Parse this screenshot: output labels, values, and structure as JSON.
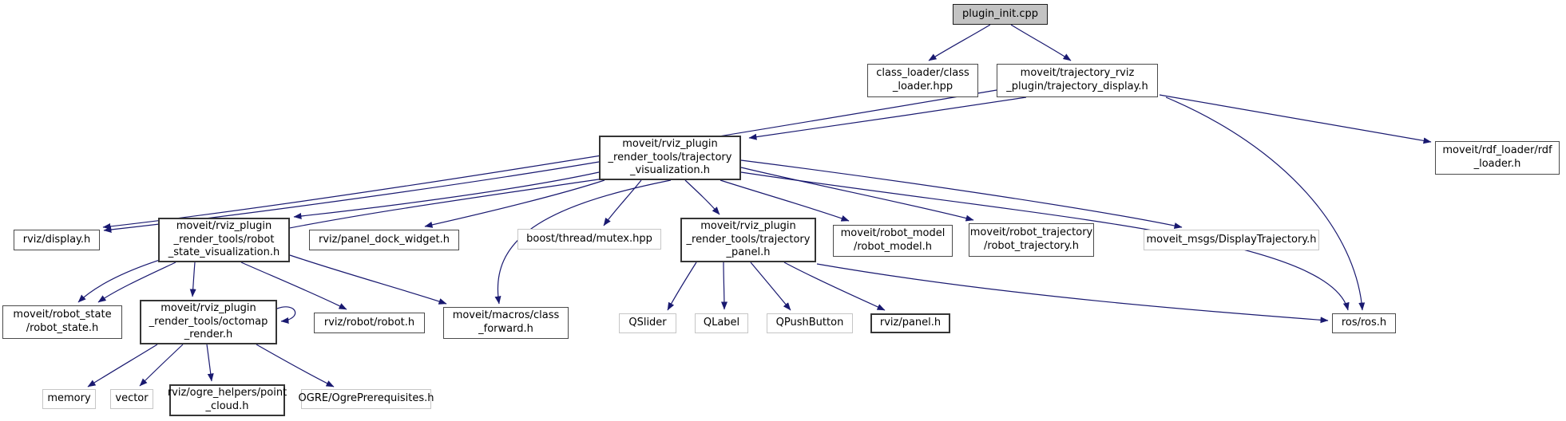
{
  "diagram": {
    "kind": "include-dependency-graph",
    "root_file": "plugin_init.cpp"
  },
  "colors": {
    "edge": "#191970",
    "root_fill": "#c3c3c3",
    "node_fill": "#ffffff",
    "internal_border": "#4a4a4a",
    "external_border": "#c6c6c6",
    "text": "#000000"
  },
  "nodes": [
    {
      "id": "plugin_init",
      "kind": "root",
      "label": "plugin_init.cpp"
    },
    {
      "id": "class_loader",
      "kind": "internal",
      "label": "class_loader/class\n_loader.hpp"
    },
    {
      "id": "traj_display",
      "kind": "internal",
      "label": "moveit/trajectory_rviz\n_plugin/trajectory_display.h"
    },
    {
      "id": "traj_vis",
      "kind": "strong",
      "label": "moveit/rviz_plugin\n_render_tools/trajectory\n_visualization.h"
    },
    {
      "id": "rdf_loader",
      "kind": "internal",
      "label": "moveit/rdf_loader/rdf\n_loader.h"
    },
    {
      "id": "rviz_display",
      "kind": "internal",
      "label": "rviz/display.h"
    },
    {
      "id": "rsv",
      "kind": "strong",
      "label": "moveit/rviz_plugin\n_render_tools/robot\n_state_visualization.h"
    },
    {
      "id": "panel_dock",
      "kind": "internal",
      "label": "rviz/panel_dock_widget.h"
    },
    {
      "id": "mutex",
      "kind": "external",
      "label": "boost/thread/mutex.hpp"
    },
    {
      "id": "traj_panel",
      "kind": "strong",
      "label": "moveit/rviz_plugin\n_render_tools/trajectory\n_panel.h"
    },
    {
      "id": "robot_model",
      "kind": "internal",
      "label": "moveit/robot_model\n/robot_model.h"
    },
    {
      "id": "robot_traj",
      "kind": "internal",
      "label": "moveit/robot_trajectory\n/robot_trajectory.h"
    },
    {
      "id": "display_traj_msg",
      "kind": "external",
      "label": "moveit_msgs/DisplayTrajectory.h"
    },
    {
      "id": "robot_state",
      "kind": "internal",
      "label": "moveit/robot_state\n/robot_state.h"
    },
    {
      "id": "octomap",
      "kind": "strong",
      "label": "moveit/rviz_plugin\n_render_tools/octomap\n_render.h"
    },
    {
      "id": "rviz_robot",
      "kind": "internal",
      "label": "rviz/robot/robot.h"
    },
    {
      "id": "class_forward",
      "kind": "internal",
      "label": "moveit/macros/class\n_forward.h"
    },
    {
      "id": "qslider",
      "kind": "external",
      "label": "QSlider"
    },
    {
      "id": "qlabel",
      "kind": "external",
      "label": "QLabel"
    },
    {
      "id": "qpushbutton",
      "kind": "external",
      "label": "QPushButton"
    },
    {
      "id": "rviz_panel",
      "kind": "strong",
      "label": "rviz/panel.h"
    },
    {
      "id": "ros",
      "kind": "internal",
      "label": "ros/ros.h"
    },
    {
      "id": "memory",
      "kind": "external",
      "label": "memory"
    },
    {
      "id": "vector",
      "kind": "external",
      "label": "vector"
    },
    {
      "id": "point_cloud",
      "kind": "strong",
      "label": "rviz/ogre_helpers/point\n_cloud.h"
    },
    {
      "id": "ogre",
      "kind": "external",
      "label": "OGRE/OgrePrerequisites.h"
    }
  ],
  "edges": [
    {
      "from": "plugin_init",
      "to": "class_loader"
    },
    {
      "from": "plugin_init",
      "to": "traj_display"
    },
    {
      "from": "traj_display",
      "to": "traj_vis"
    },
    {
      "from": "traj_display",
      "to": "rviz_display"
    },
    {
      "from": "traj_display",
      "to": "rdf_loader"
    },
    {
      "from": "traj_display",
      "to": "ros"
    },
    {
      "from": "traj_vis",
      "to": "rviz_display"
    },
    {
      "from": "traj_vis",
      "to": "rsv"
    },
    {
      "from": "traj_vis",
      "to": "panel_dock"
    },
    {
      "from": "traj_vis",
      "to": "mutex"
    },
    {
      "from": "traj_vis",
      "to": "traj_panel"
    },
    {
      "from": "traj_vis",
      "to": "robot_model"
    },
    {
      "from": "traj_vis",
      "to": "robot_traj"
    },
    {
      "from": "traj_vis",
      "to": "display_traj_msg"
    },
    {
      "from": "traj_vis",
      "to": "ros"
    },
    {
      "from": "traj_vis",
      "to": "robot_state"
    },
    {
      "from": "traj_vis",
      "to": "class_forward"
    },
    {
      "from": "rsv",
      "to": "robot_state"
    },
    {
      "from": "rsv",
      "to": "octomap"
    },
    {
      "from": "rsv",
      "to": "rviz_robot"
    },
    {
      "from": "rsv",
      "to": "class_forward"
    },
    {
      "from": "octomap",
      "to": "octomap"
    },
    {
      "from": "octomap",
      "to": "memory"
    },
    {
      "from": "octomap",
      "to": "vector"
    },
    {
      "from": "octomap",
      "to": "point_cloud"
    },
    {
      "from": "octomap",
      "to": "ogre"
    },
    {
      "from": "traj_panel",
      "to": "qslider"
    },
    {
      "from": "traj_panel",
      "to": "qlabel"
    },
    {
      "from": "traj_panel",
      "to": "qpushbutton"
    },
    {
      "from": "traj_panel",
      "to": "rviz_panel"
    },
    {
      "from": "traj_panel",
      "to": "ros"
    }
  ]
}
